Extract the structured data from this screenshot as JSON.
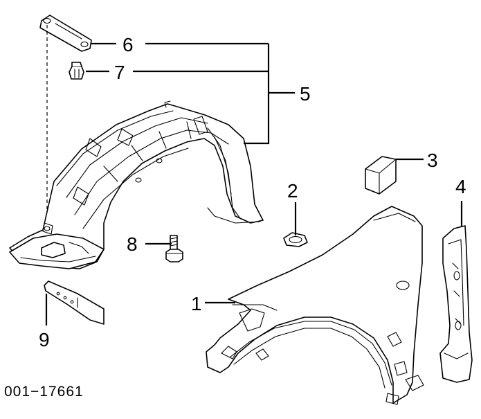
{
  "callouts": {
    "c1": "1",
    "c2": "2",
    "c3": "3",
    "c4": "4",
    "c5": "5",
    "c6": "6",
    "c7": "7",
    "c8": "8",
    "c9": "9"
  },
  "diagram_code": "001−17661"
}
